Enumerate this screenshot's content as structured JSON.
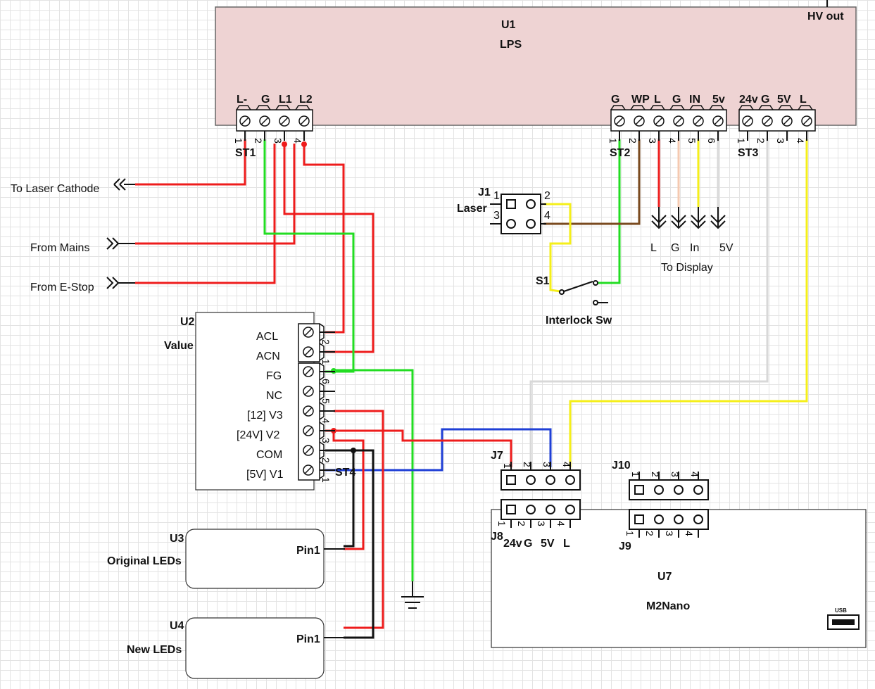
{
  "colors": {
    "lps_fill": "#eed3d3",
    "grid": "#e3e3e3",
    "wire_red": "#ee1c1c",
    "wire_green": "#22dd22",
    "wire_blue": "#1f3fd6",
    "wire_yellow": "#f5ef1a",
    "wire_brown": "#7a4a1f",
    "wire_black": "#111111",
    "wire_grey": "#d8d8d8",
    "wire_peach": "#f5c9b0"
  },
  "u1": {
    "ref": "U1",
    "value": "LPS",
    "hv_out": "HV out"
  },
  "st1": {
    "ref": "ST1",
    "labels": [
      "L-",
      "G",
      "L1",
      "L2"
    ],
    "pins": [
      "1",
      "2",
      "3",
      "4"
    ]
  },
  "st2": {
    "ref": "ST2",
    "labels": [
      "G",
      "WP",
      "L",
      "G",
      "IN",
      "5v"
    ],
    "pins": [
      "1",
      "2",
      "3",
      "4",
      "5",
      "6"
    ]
  },
  "st3": {
    "ref": "ST3",
    "labels": [
      "24v",
      "G",
      "5V",
      "L"
    ],
    "pins": [
      "1",
      "2",
      "3",
      "4"
    ]
  },
  "ports": {
    "laser_cathode": "To Laser Cathode",
    "mains": "From Mains",
    "estop": "From E-Stop"
  },
  "j1": {
    "ref": "J1",
    "value": "Laser",
    "pins": [
      "1",
      "2",
      "3",
      "4"
    ]
  },
  "display": {
    "labels": [
      "L",
      "G",
      "In",
      "5V"
    ],
    "caption": "To Display"
  },
  "s1": {
    "ref": "S1",
    "value": "Interlock Sw"
  },
  "u2": {
    "ref": "U2",
    "value": "Value",
    "pin_names": [
      "ACL",
      "ACN",
      "FG",
      "NC",
      "[12] V3",
      "[24V] V2",
      "COM",
      "[5V] V1"
    ],
    "top_pins": [
      "2",
      "1"
    ],
    "bottom_pins": [
      "6",
      "5",
      "4",
      "3",
      "2",
      "1"
    ],
    "st4": "ST4"
  },
  "u3": {
    "ref": "U3",
    "value": "Original LEDs",
    "pin": "Pin1"
  },
  "u4": {
    "ref": "U4",
    "value": "New LEDs",
    "pin": "Pin1"
  },
  "j7": {
    "ref": "J7",
    "pins": [
      "1",
      "2",
      "3",
      "4"
    ]
  },
  "j8": {
    "ref": "J8",
    "pins": [
      "1",
      "2",
      "3",
      "4"
    ],
    "labels": [
      "24v",
      "G",
      "5V",
      "L"
    ]
  },
  "j9": {
    "ref": "J9",
    "pins": [
      "1",
      "2",
      "3",
      "4"
    ]
  },
  "j10": {
    "ref": "J10",
    "pins": [
      "1",
      "2",
      "3",
      "4"
    ]
  },
  "u7": {
    "ref": "U7",
    "value": "M2Nano",
    "usb": "USB"
  }
}
